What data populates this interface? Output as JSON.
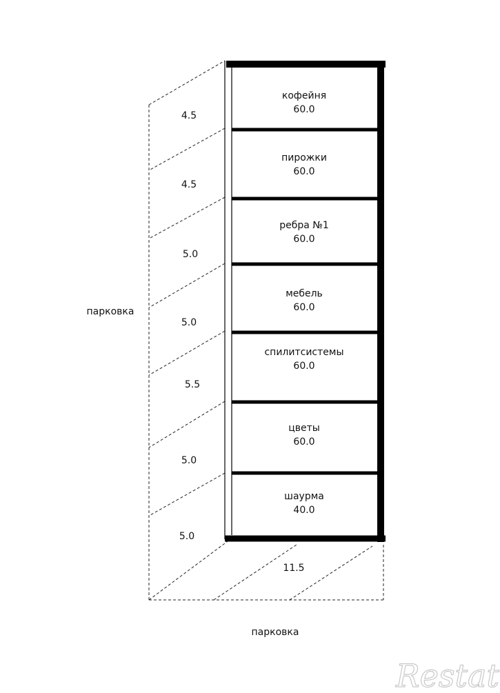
{
  "units": [
    {
      "name": "кофейня",
      "area": "60.0",
      "depth": "4.5"
    },
    {
      "name": "пирожки",
      "area": "60.0",
      "depth": "4.5"
    },
    {
      "name": "ребра №1",
      "area": "60.0",
      "depth": "5.0"
    },
    {
      "name": "мебель",
      "area": "60.0",
      "depth": "5.0"
    },
    {
      "name": "спилитсистемы",
      "area": "60.0",
      "depth": "5.5"
    },
    {
      "name": "цветы",
      "area": "60.0",
      "depth": "5.0"
    },
    {
      "name": "шаурма",
      "area": "40.0",
      "depth": "5.0"
    }
  ],
  "width_label": "11.5",
  "parking_left": "парковка",
  "parking_bottom": "парковка",
  "watermark": "Restate",
  "colors": {
    "wall": "#000000",
    "dash": "#222222",
    "watermark": "#c9c9c9"
  }
}
